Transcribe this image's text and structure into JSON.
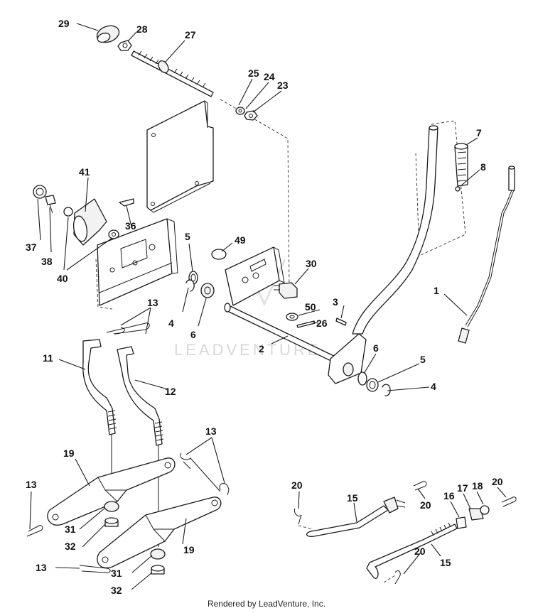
{
  "watermark": "LEADVENTURE",
  "footer": "Rendered by LeadVenture, Inc.",
  "callouts": [
    "1",
    "2",
    "3",
    "4",
    "4",
    "5",
    "5",
    "6",
    "6",
    "7",
    "8",
    "11",
    "12",
    "13",
    "13",
    "13",
    "13",
    "15",
    "15",
    "16",
    "17",
    "18",
    "19",
    "19",
    "20",
    "20",
    "20",
    "20",
    "23",
    "24",
    "25",
    "26",
    "27",
    "28",
    "29",
    "30",
    "31",
    "31",
    "32",
    "32",
    "36",
    "37",
    "38",
    "40",
    "41",
    "49",
    "50"
  ]
}
